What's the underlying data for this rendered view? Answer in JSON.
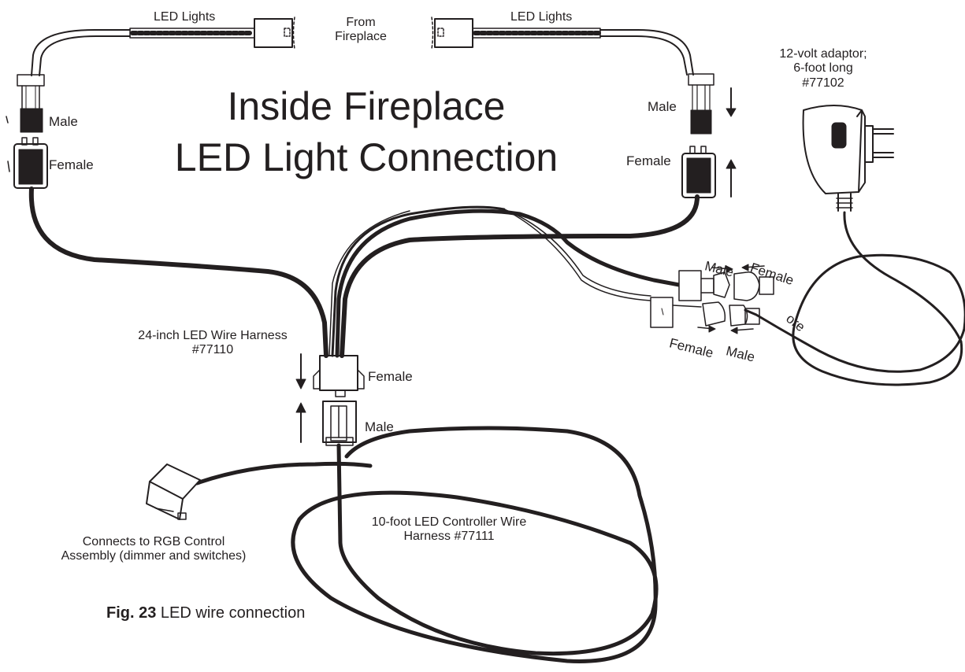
{
  "title": {
    "line1": "Inside Fireplace",
    "line2": "LED Light Connection"
  },
  "labels": {
    "led_lights_left": "LED Lights",
    "led_lights_right": "LED Lights",
    "from_fireplace": "From\nFireplace",
    "male_left": "Male",
    "female_left": "Female",
    "male_right": "Male",
    "female_right": "Female",
    "adaptor": "12-volt adaptor;\n6-foot long\n#77102",
    "harness_24": "24-inch LED Wire Harness\n#77110",
    "harness_female": "Female",
    "harness_male": "Male",
    "adaptor_male": "Male",
    "adaptor_female": "Female",
    "adaptor_female_2": "Female",
    "adaptor_male_2": "Male",
    "cord_fragment": "ore",
    "rgb_control": "Connects to RGB Control\nAssembly (dimmer and switches)",
    "harness_10ft": "10-foot LED Controller Wire\nHarness #77111"
  },
  "caption": {
    "fig_number": "Fig. 23",
    "text": " LED wire connection"
  },
  "colors": {
    "ink": "#231f20",
    "background": "#ffffff"
  }
}
